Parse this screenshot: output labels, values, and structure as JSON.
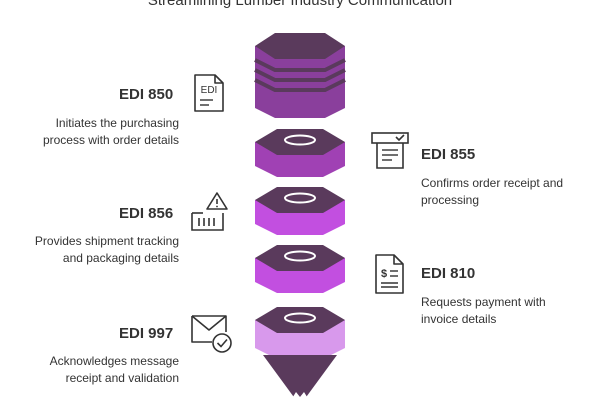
{
  "title": "Streamlining Lumber Industry Communication",
  "colors": {
    "dark": "#5a3a5c",
    "stripe": "#8a3f9c",
    "hex_mid": "#a041b4",
    "hex_bright": "#c24fe0",
    "hex_pale": "#d899ec",
    "text": "#333333"
  },
  "steps": [
    {
      "code": "EDI 850",
      "desc_line1": "Initiates the purchasing",
      "desc_line2": "process with order details",
      "icon": "edi-document-icon",
      "side": "left"
    },
    {
      "code": "EDI 855",
      "desc_line1": "Confirms order receipt and",
      "desc_line2": "processing",
      "icon": "order-confirmation-icon",
      "side": "right"
    },
    {
      "code": "EDI 856",
      "desc_line1": "Provides shipment tracking",
      "desc_line2": "and packaging details",
      "icon": "shipment-alert-icon",
      "side": "left"
    },
    {
      "code": "EDI 810",
      "desc_line1": "Requests payment with",
      "desc_line2": "invoice details",
      "icon": "invoice-icon",
      "side": "right"
    },
    {
      "code": "EDI 997",
      "desc_line1": "Acknowledges message",
      "desc_line2": "receipt and validation",
      "icon": "mail-check-icon",
      "side": "left"
    }
  ],
  "icon_text": {
    "edi": "EDI"
  }
}
